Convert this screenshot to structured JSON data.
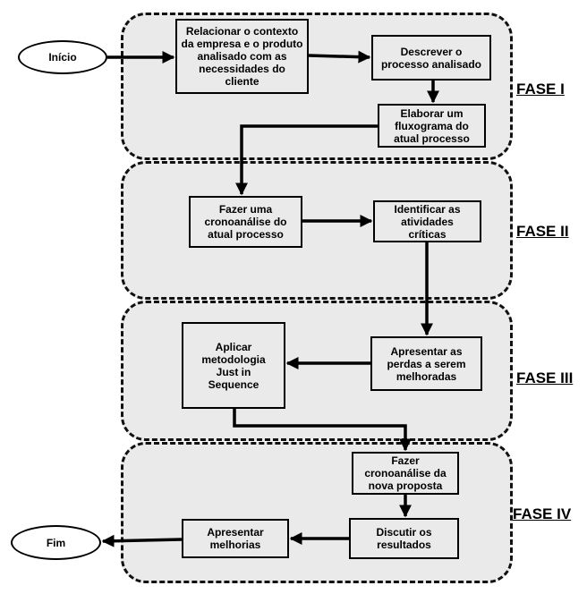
{
  "phases": [
    {
      "label": "FASE I"
    },
    {
      "label": "FASE II"
    },
    {
      "label": "FASE III"
    },
    {
      "label": "FASE IV"
    }
  ],
  "terminals": {
    "start": "Início",
    "end": "Fim"
  },
  "steps": {
    "relacionar": "Relacionar o contexto da empresa e o produto analisado com as necessidades do cliente",
    "descrever": "Descrever o processo analisado",
    "elaborar": "Elaborar um fluxograma do atual processo",
    "cronoanalise": "Fazer uma cronoanálise do atual processo",
    "identificar": "Identificar as atividades críticas",
    "apresentar_perdas": "Apresentar as perdas a serem melhoradas",
    "aplicar": "Aplicar metodologia Just in Sequence",
    "cronoanalise_nova": "Fazer cronoanálise da nova proposta",
    "discutir": "Discutir os resultados",
    "apresentar_melhorias": "Apresentar melhorias"
  }
}
